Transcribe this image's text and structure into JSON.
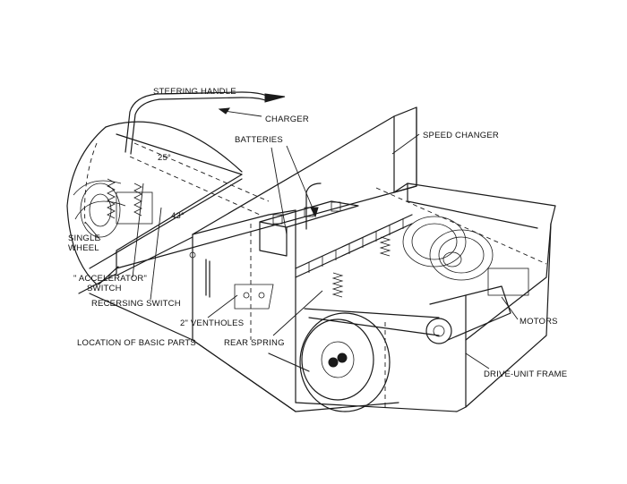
{
  "labels": {
    "steering_handle": "STEERING HANDLE",
    "charger": "CHARGER",
    "batteries": "BATTERIES",
    "speed_changer": "SPEED CHANGER",
    "angle_25": "25°",
    "angle_43": "43°",
    "single_wheel_1": "SINGLE",
    "single_wheel_2": "WHEEL",
    "accelerator_1": "\" ACCELERATOR\"",
    "accelerator_2": "SWITCH",
    "reversing_switch": "RECERSING SWITCH",
    "ventholes": "2\" VENTHOLES",
    "location": "LOCATION OF BASIC PARTS",
    "rear_spring": "REAR SPRING",
    "motors": "MOTORS",
    "drive_unit_frame": "DRIVE-UNIT FRAME"
  },
  "colors": {
    "line": "#1a1a1a",
    "background": "#ffffff"
  }
}
